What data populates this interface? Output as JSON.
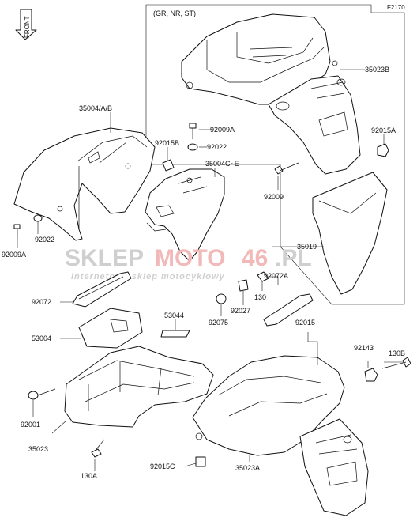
{
  "diagram": {
    "figure_code": "F2170",
    "variant_note": "(GR, NR, ST)",
    "front_marker": "FRONT",
    "watermark": {
      "brand_a": "SKLEP",
      "brand_b": "MOTO",
      "brand_c": "46",
      "brand_d": ".PL",
      "tagline": "internetowy sklep motocyklowy"
    },
    "callouts": [
      {
        "id": "c-35023b",
        "text": "35023B"
      },
      {
        "id": "c-35004ab",
        "text": "35004/A/B"
      },
      {
        "id": "c-92015b",
        "text": "92015B"
      },
      {
        "id": "c-92009a-top",
        "text": "92009A"
      },
      {
        "id": "c-92022-top",
        "text": "92022"
      },
      {
        "id": "c-35004ce",
        "text": "35004C~E"
      },
      {
        "id": "c-92015a",
        "text": "92015A"
      },
      {
        "id": "c-92009",
        "text": "92009"
      },
      {
        "id": "c-92022-left",
        "text": "92022"
      },
      {
        "id": "c-92009a-left",
        "text": "92009A"
      },
      {
        "id": "c-35019",
        "text": "35019"
      },
      {
        "id": "c-92072a",
        "text": "92072A"
      },
      {
        "id": "c-92072",
        "text": "92072"
      },
      {
        "id": "c-130-mid",
        "text": "130"
      },
      {
        "id": "c-92027",
        "text": "92027"
      },
      {
        "id": "c-53044",
        "text": "53044"
      },
      {
        "id": "c-92075",
        "text": "92075"
      },
      {
        "id": "c-53004",
        "text": "53004"
      },
      {
        "id": "c-92015",
        "text": "92015"
      },
      {
        "id": "c-130b",
        "text": "130B"
      },
      {
        "id": "c-92143",
        "text": "92143"
      },
      {
        "id": "c-92001",
        "text": "92001"
      },
      {
        "id": "c-35023",
        "text": "35023"
      },
      {
        "id": "c-92015c",
        "text": "92015C"
      },
      {
        "id": "c-35023a",
        "text": "35023A"
      },
      {
        "id": "c-130a",
        "text": "130A"
      }
    ]
  }
}
